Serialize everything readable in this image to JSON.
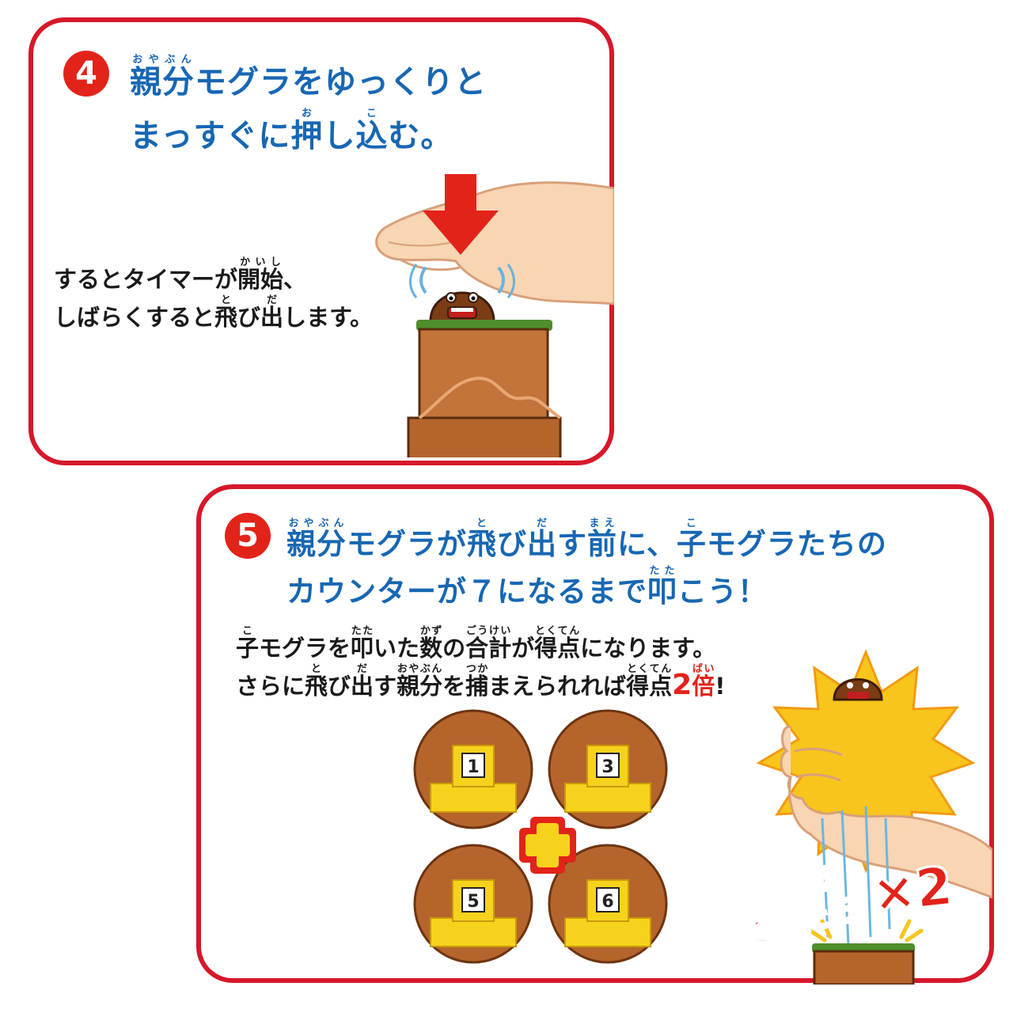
{
  "step4": {
    "number": "4",
    "heading": {
      "line1": {
        "w1": "親分",
        "w1_ruby": "おやぶん",
        "rest": "モグラをゆっくりと"
      },
      "line2": {
        "pre": "まっすぐに",
        "w1": "押",
        "w1_ruby": "お",
        "mid": "し",
        "w2": "込",
        "w2_ruby": "こ",
        "post": "む。"
      }
    },
    "body": {
      "line1": {
        "pre": "するとタイマーが",
        "w1": "開始",
        "w1_ruby": "かいし",
        "post": "、"
      },
      "line2": {
        "pre": "しばらくすると",
        "w1": "飛",
        "w1_ruby": "と",
        "mid": "び",
        "w2": "出",
        "w2_ruby": "だ",
        "post": "します。"
      }
    }
  },
  "step5": {
    "number": "5",
    "heading": {
      "line1": {
        "w1": "親分",
        "w1_ruby": "おやぶん",
        "t1": "モグラが",
        "w2": "飛",
        "w2_ruby": "と",
        "t2": "び",
        "w3": "出",
        "w3_ruby": "だ",
        "t3": "す",
        "w4": "前",
        "w4_ruby": "まえ",
        "t4": "に、",
        "w5": "子",
        "w5_ruby": "こ",
        "t5": "モグラたちの"
      },
      "line2": {
        "pre": "カウンターが７になるまで",
        "w1": "叩",
        "w1_ruby": "たた",
        "post": "こう！"
      }
    },
    "body": {
      "line1": {
        "w1": "子",
        "w1_ruby": "こ",
        "t1": "モグラを",
        "w2": "叩",
        "w2_ruby": "たた",
        "t2": "いた",
        "w3": "数",
        "w3_ruby": "かず",
        "t3": "の",
        "w4": "合計",
        "w4_ruby": "ごうけい",
        "t4": "が",
        "w5": "得点",
        "w5_ruby": "とくてん",
        "t5": "になります。"
      },
      "line2": {
        "pre": "さらに",
        "w1": "飛",
        "w1_ruby": "と",
        "t1": "び",
        "w2": "出",
        "w2_ruby": "だ",
        "t2": "す",
        "w3": "親分",
        "w3_ruby": "おやぶん",
        "t3": "を",
        "w4": "捕",
        "w4_ruby": "つか",
        "t4": "まえられれば",
        "w5": "得点",
        "w5_ruby": "とくてん",
        "n": "2",
        "w6": "倍",
        "w6_ruby": "ばい",
        "post": "!"
      }
    },
    "counters": [
      "1",
      "3",
      "5",
      "6"
    ],
    "catch_label": {
      "line1": "キャッチ",
      "line2": "できたら"
    },
    "multiplier": "×2"
  },
  "colors": {
    "border_red": "#d6182a",
    "heading_blue": "#1767b3",
    "accent_red": "#e2231a",
    "mole_brown": "#b5652c",
    "counter_yellow": "#f7d21c"
  }
}
